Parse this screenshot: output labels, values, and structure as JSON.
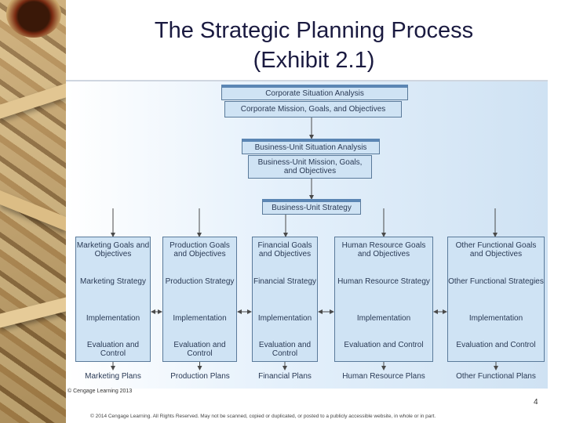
{
  "title": {
    "line1": "The Strategic Planning Process",
    "line2": "(Exhibit 2.1)"
  },
  "top_boxes": {
    "corporate_situation": "Corporate Situation Analysis",
    "corporate_mission": "Corporate Mission, Goals, and Objectives",
    "bu_situation": "Business-Unit Situation Analysis",
    "bu_mission": "Business-Unit Mission, Goals, and Objectives",
    "bu_strategy": "Business-Unit Strategy"
  },
  "columns": [
    {
      "goals": "Marketing Goals and Objectives",
      "strategy": "Marketing Strategy",
      "implementation": "Implementation",
      "evaluation": "Evaluation and Control",
      "plans": "Marketing Plans"
    },
    {
      "goals": "Production Goals and Objectives",
      "strategy": "Production Strategy",
      "implementation": "Implementation",
      "evaluation": "Evaluation and Control",
      "plans": "Production Plans"
    },
    {
      "goals": "Financial Goals and Objectives",
      "strategy": "Financial Strategy",
      "implementation": "Implementation",
      "evaluation": "Evaluation and Control",
      "plans": "Financial Plans"
    },
    {
      "goals": "Human Resource Goals and Objectives",
      "strategy": "Human Resource Strategy",
      "implementation": "Implementation",
      "evaluation": "Evaluation and Control",
      "plans": "Human Resource Plans"
    },
    {
      "goals": "Other Functional Goals and Objectives",
      "strategy": "Other Functional Strategies",
      "implementation": "Implementation",
      "evaluation": "Evaluation and Control",
      "plans": "Other Functional Plans"
    }
  ],
  "credit": "© Cengage Learning 2013",
  "page_number": "4",
  "footer": "© 2014 Cengage Learning. All Rights Reserved. May not be scanned, copied or duplicated, or posted to a publicly accessible website, in whole or in part.",
  "colors": {
    "box_fill": "#cfe3f4",
    "box_border": "#5a7a9a",
    "header_bar": "#5b86b4",
    "title": "#1a1a40",
    "maze": "#c9a66b"
  }
}
